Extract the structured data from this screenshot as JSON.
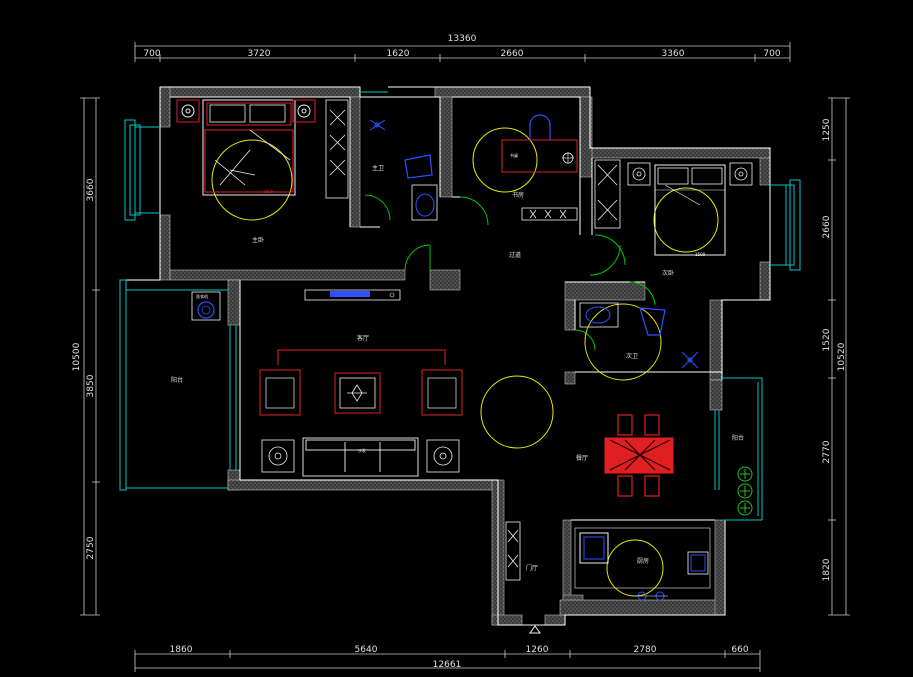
{
  "dimensions": {
    "top_total": "13360",
    "top_segments": [
      "700",
      "3720",
      "1620",
      "2660",
      "3360",
      "700"
    ],
    "bottom_total": "12661",
    "bottom_segments": [
      "1860",
      "5640",
      "1260",
      "2780",
      "660"
    ],
    "left_total": "10500",
    "left_segments": [
      "3660",
      "3850",
      "2750"
    ],
    "right_total": "10520",
    "right_segments": [
      "1250",
      "2660",
      "1520",
      "2770",
      "1820"
    ]
  },
  "rooms": {
    "master_bedroom": "主卧",
    "main_bath": "主卫",
    "study": "书房",
    "corridor": "过道",
    "second_bedroom": "次卧",
    "living_room": "客厅",
    "balcony_left": "阳台",
    "second_bath": "次卫",
    "dining_room": "餐厅",
    "balcony_right": "阳台",
    "kitchen": "厨房",
    "foyer": "门厅"
  },
  "furniture_labels": {
    "master_bed": "1800",
    "study_desk": "书桌",
    "second_bed": "1500",
    "sofa": "沙发",
    "washer": "洗衣机"
  },
  "colors": {
    "background": "#000000",
    "wall": "#ffffff",
    "wall_hatch": "#555555",
    "dimension": "#cccccc",
    "window": "#00c8c8",
    "door": "#00c800",
    "furniture_red": "#e02020",
    "furniture_white": "#f0f0f0",
    "circle": "#e8e800",
    "fixture_blue": "#3050ff",
    "plant_green": "#20c020"
  }
}
